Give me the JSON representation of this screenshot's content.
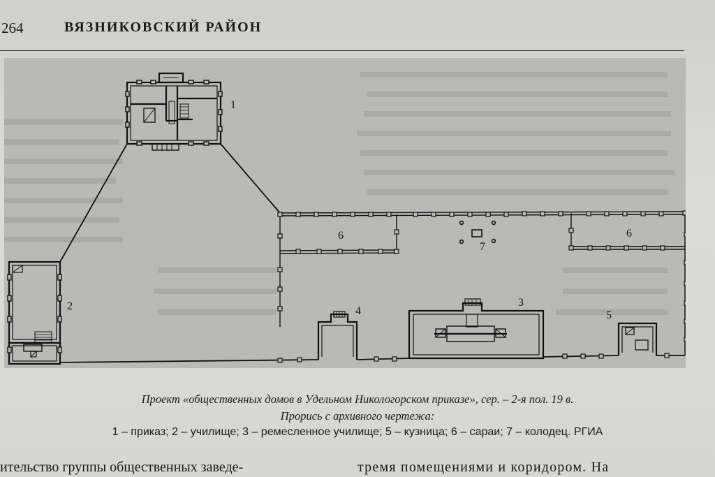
{
  "header": {
    "page_number": "264",
    "section_title": "ВЯЗНИКОВСКИЙ РАЙОН"
  },
  "plan": {
    "labels": [
      "1",
      "2",
      "3",
      "4",
      "5",
      "6",
      "6",
      "7"
    ]
  },
  "caption": {
    "line1": "Проект «общественных домов в Удельном Никологорском приказе», сер. – 2-я пол. 19 в.",
    "line2": "Прорись с архивного чертежа:",
    "legend": "1 – приказ; 2 – училище; 3 – ремесленное училище; 5 – кузница; 6 – сараи; 7 – колодец. РГИА"
  },
  "body_text": {
    "left_fragment": "ительство группы общественных заведе-",
    "right_fragment": "тремя помещениями и коридором. На"
  }
}
